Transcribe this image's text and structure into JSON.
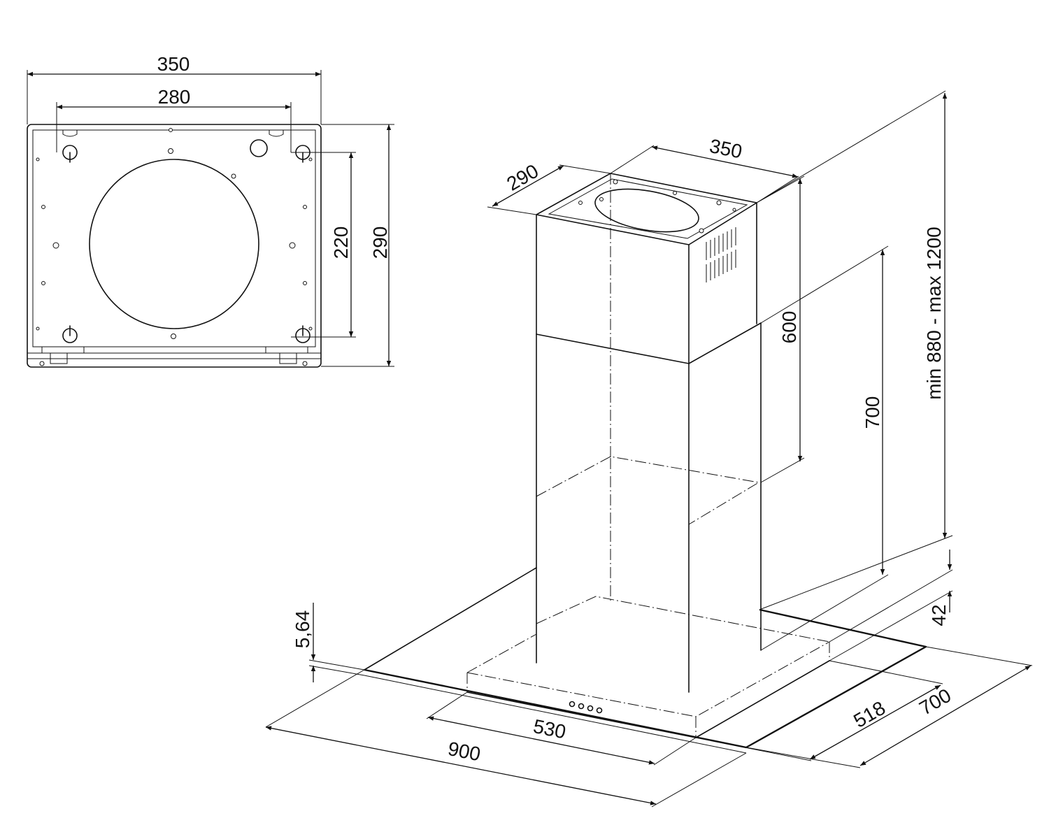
{
  "top_view": {
    "width_label": "350",
    "hole_spacing_label": "280",
    "hole_vertical_label": "220",
    "depth_label": "290"
  },
  "hood": {
    "chimney_depth_label": "290",
    "chimney_width_label": "350",
    "upper_section_label": "600",
    "lower_section_label": "700",
    "total_height_label": "min 880 - max 1200",
    "glass_thickness_label": "5,64",
    "canopy_height_label": "42",
    "canopy_inner_width_label": "530",
    "canopy_width_label": "900",
    "canopy_inner_depth_label": "518",
    "canopy_depth_label": "700"
  }
}
